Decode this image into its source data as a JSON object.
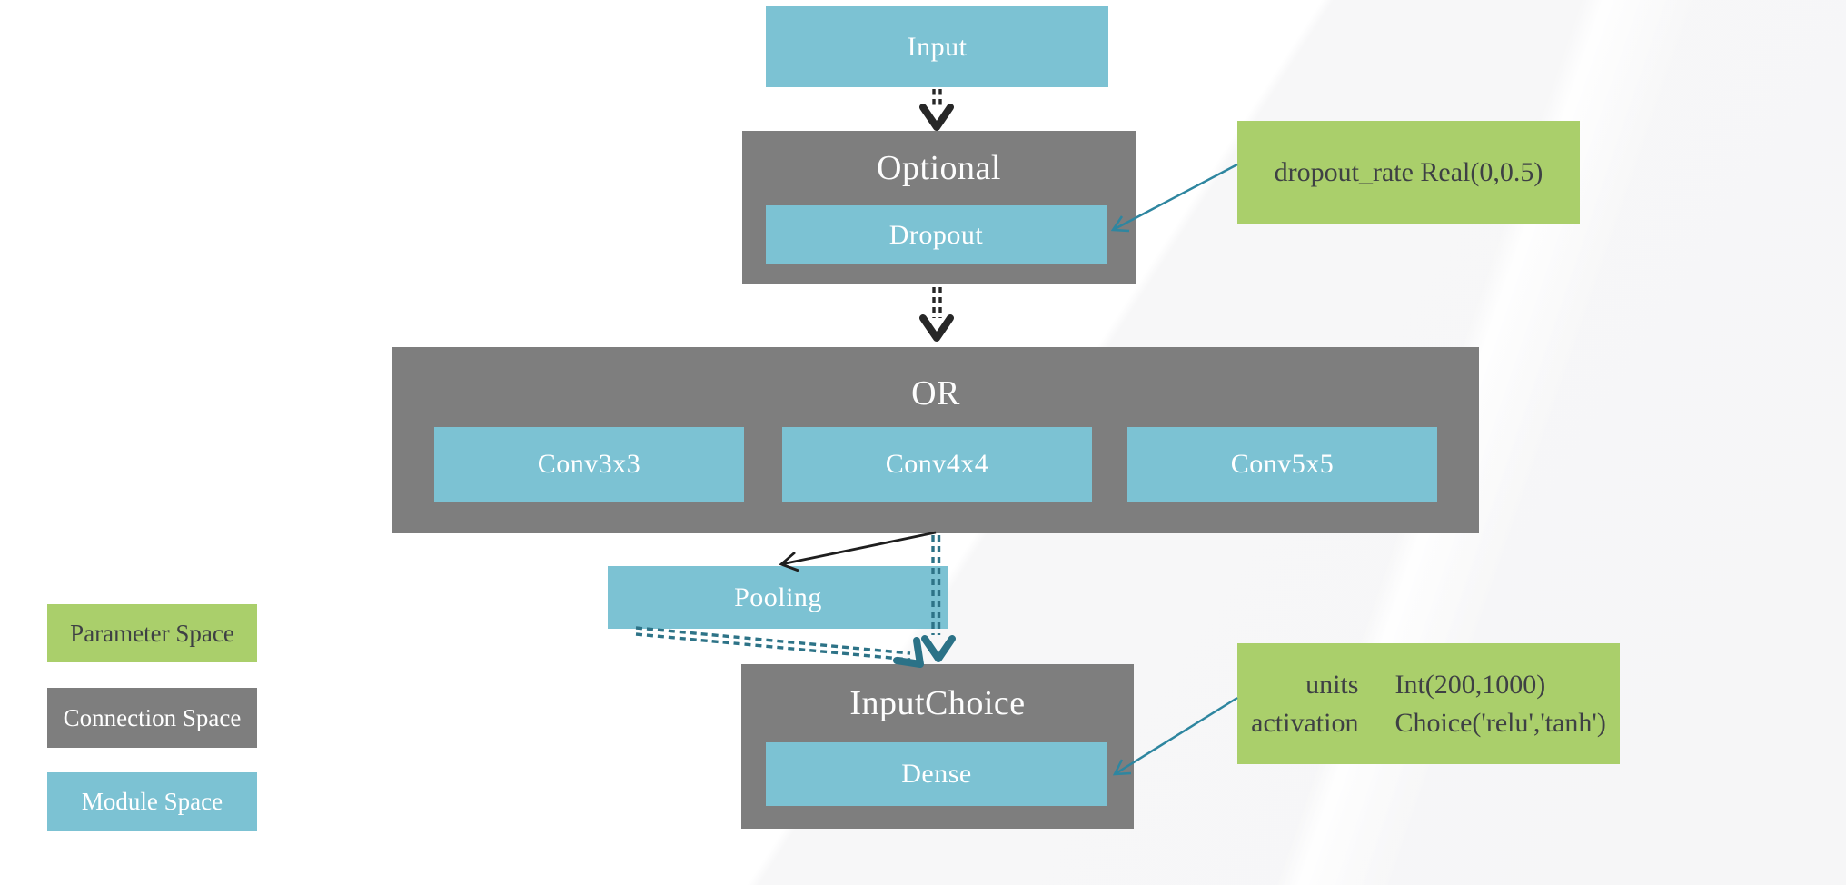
{
  "nodes": {
    "input": {
      "label": "Input"
    },
    "optional": {
      "title": "Optional",
      "child": {
        "label": "Dropout"
      }
    },
    "param_dropout": {
      "text": "dropout_rate Real(0,0.5)"
    },
    "or": {
      "title": "OR",
      "children": [
        {
          "label": "Conv3x3"
        },
        {
          "label": "Conv4x4"
        },
        {
          "label": "Conv5x5"
        }
      ]
    },
    "pooling": {
      "label": "Pooling"
    },
    "input_choice": {
      "title": "InputChoice",
      "child": {
        "label": "Dense"
      }
    },
    "param_dense": {
      "params": [
        {
          "name": "units",
          "value": "Int(200,1000)"
        },
        {
          "name": "activation",
          "value": "Choice('relu','tanh')"
        }
      ]
    }
  },
  "legend": {
    "items": [
      {
        "label": "Parameter Space",
        "type": "parameter"
      },
      {
        "label": "Connection Space",
        "type": "connection"
      },
      {
        "label": "Module Space",
        "type": "module"
      }
    ]
  },
  "colors": {
    "module_space": "#7cc2d3",
    "connection_space": "#7e7e7e",
    "parameter_space": "#aacf6b",
    "arrow_teal": "#2e86a0",
    "arrow_black": "#272727"
  }
}
